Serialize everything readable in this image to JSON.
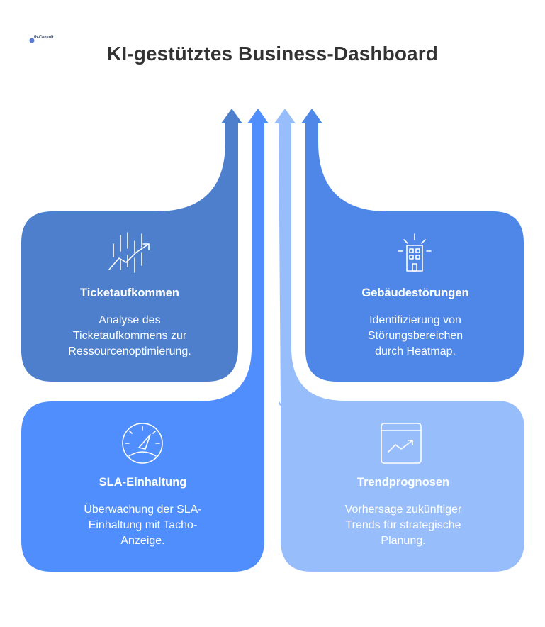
{
  "logo": {
    "text": "tb-Consult"
  },
  "title": "KI-gestütztes Business-Dashboard",
  "colors": {
    "dark_blue": "#4d7fcc",
    "mid_blue": "#4e87e7",
    "bright_blue": "#4f8efc",
    "light_blue": "#98bdfb"
  },
  "cards": [
    {
      "title": "Ticketaufkommen",
      "description": "Analyse des\nTicketaufkommens zur\nRessourcenoptimierung.",
      "icon": "rising-bars-chart-icon"
    },
    {
      "title": "Gebäudestörungen",
      "description": "Identifizierung von\nStörungsbereichen\ndurch Heatmap.",
      "icon": "building-alert-icon"
    },
    {
      "title": "SLA-Einhaltung",
      "description": "Überwachung der SLA-\nEinhaltung mit Tacho-\nAnzeige.",
      "icon": "speedometer-gauge-icon"
    },
    {
      "title": "Trendprognosen",
      "description": "Vorhersage zukünftiger\nTrends für strategische\nPlanung.",
      "icon": "trend-chart-window-icon"
    }
  ]
}
